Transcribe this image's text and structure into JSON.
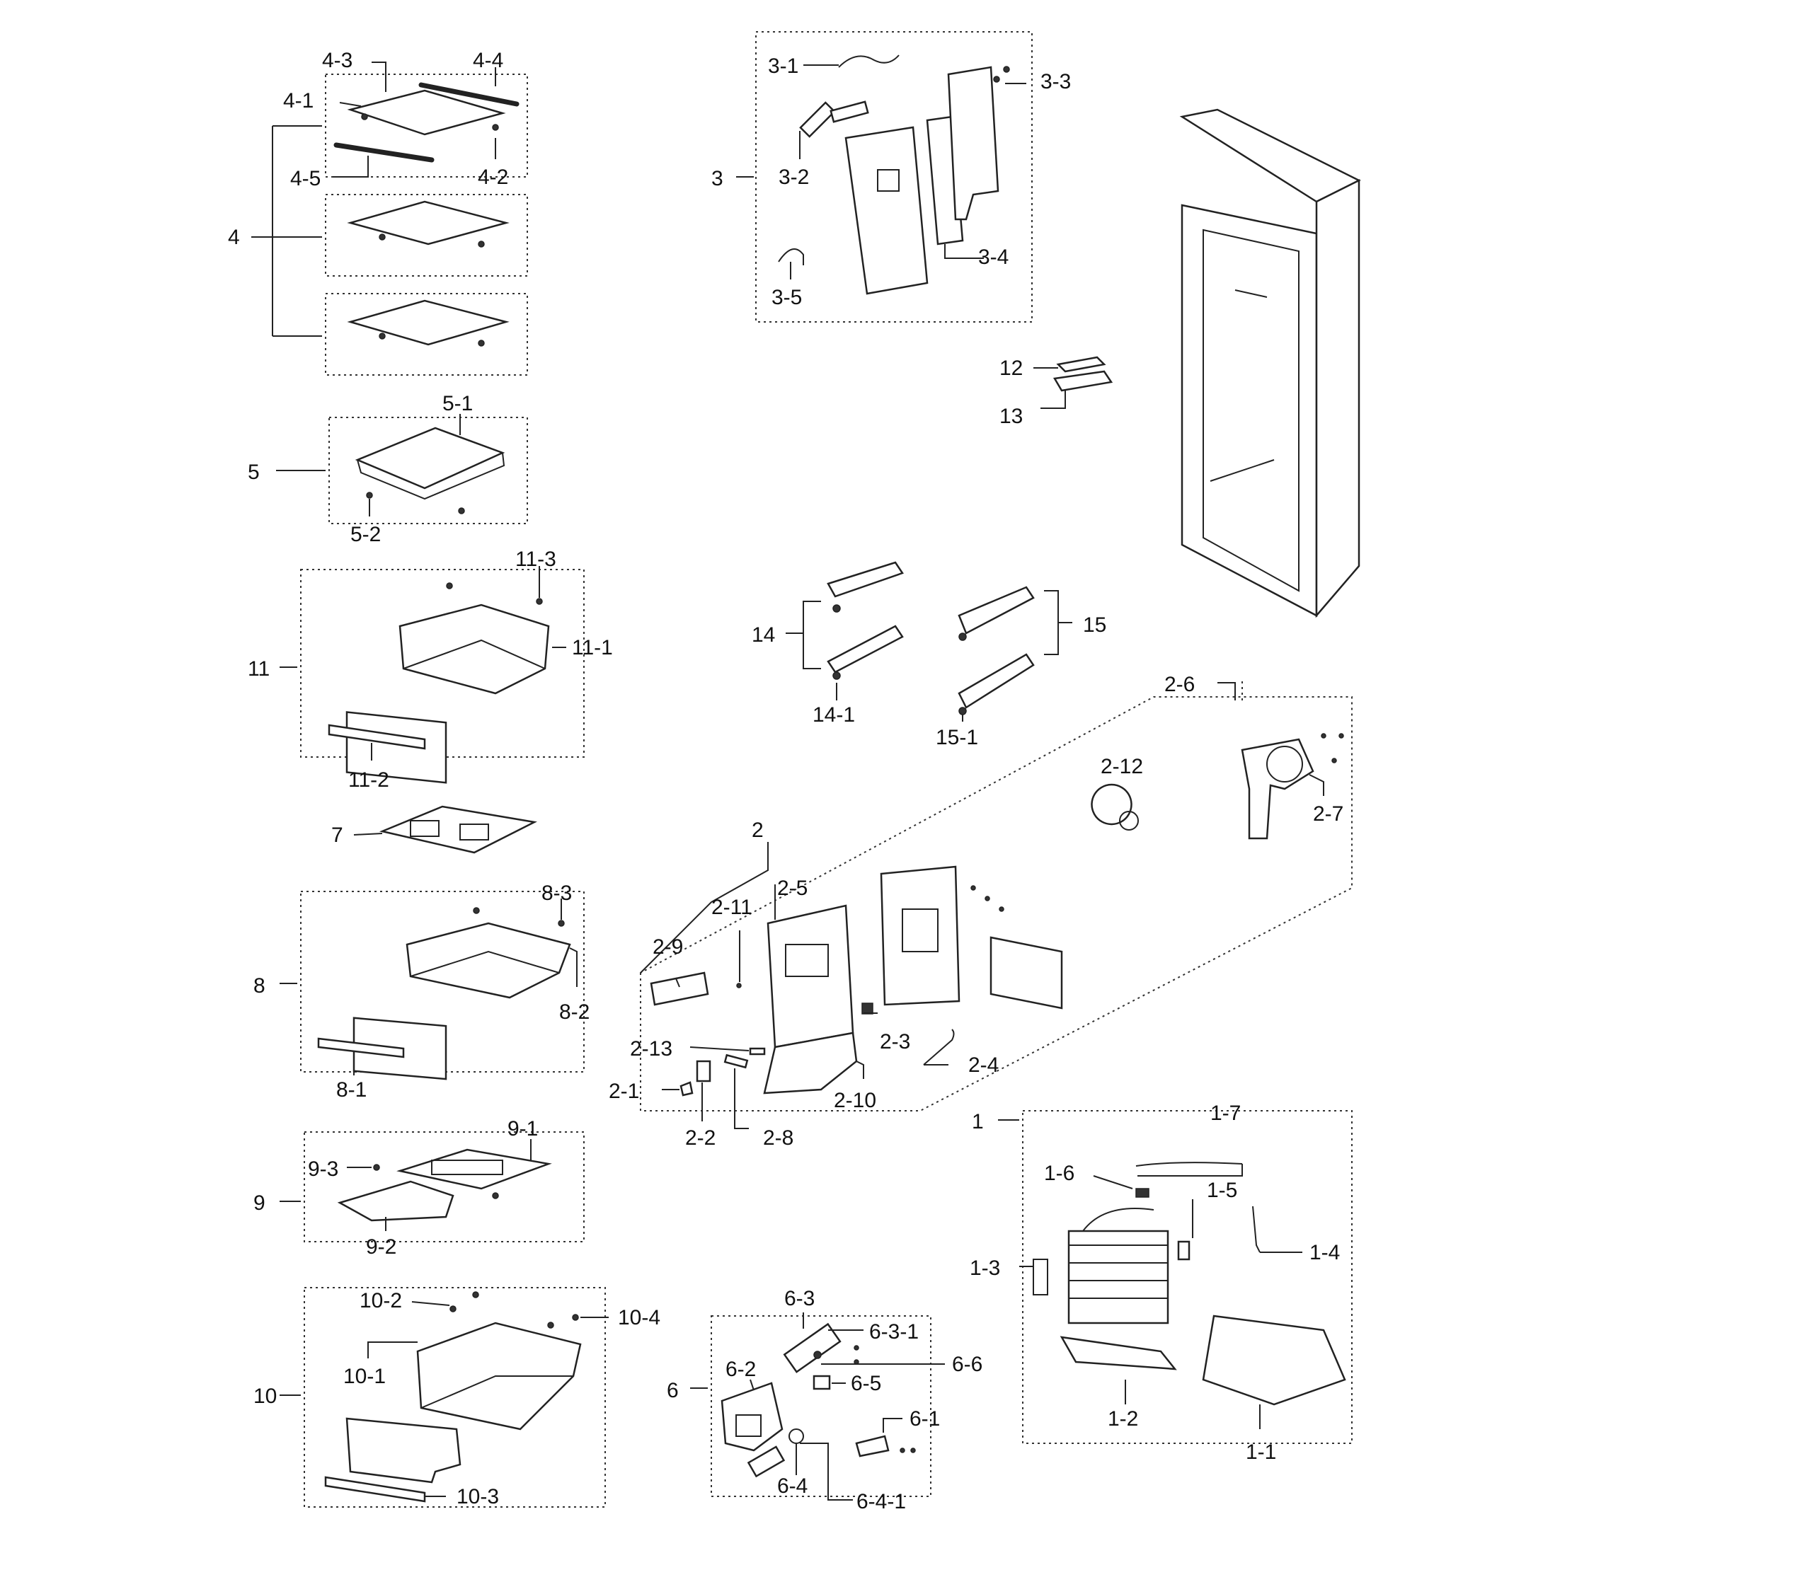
{
  "callouts": {
    "c1": "1",
    "c1_1": "1-1",
    "c1_2": "1-2",
    "c1_3": "1-3",
    "c1_4": "1-4",
    "c1_5": "1-5",
    "c1_6": "1-6",
    "c1_7": "1-7",
    "c2": "2",
    "c2_1": "2-1",
    "c2_2": "2-2",
    "c2_3": "2-3",
    "c2_4": "2-4",
    "c2_5": "2-5",
    "c2_6": "2-6",
    "c2_7": "2-7",
    "c2_8": "2-8",
    "c2_9": "2-9",
    "c2_10": "2-10",
    "c2_11": "2-11",
    "c2_12": "2-12",
    "c2_13": "2-13",
    "c3": "3",
    "c3_1": "3-1",
    "c3_2": "3-2",
    "c3_3": "3-3",
    "c3_4": "3-4",
    "c3_5": "3-5",
    "c4": "4",
    "c4_1": "4-1",
    "c4_2": "4-2",
    "c4_3": "4-3",
    "c4_4": "4-4",
    "c4_5": "4-5",
    "c5": "5",
    "c5_1": "5-1",
    "c5_2": "5-2",
    "c6": "6",
    "c6_1": "6-1",
    "c6_2": "6-2",
    "c6_3": "6-3",
    "c6_3_1": "6-3-1",
    "c6_4": "6-4",
    "c6_4_1": "6-4-1",
    "c6_5": "6-5",
    "c6_6": "6-6",
    "c7": "7",
    "c8": "8",
    "c8_1": "8-1",
    "c8_2": "8-2",
    "c8_3": "8-3",
    "c9": "9",
    "c9_1": "9-1",
    "c9_2": "9-2",
    "c9_3": "9-3",
    "c10": "10",
    "c10_1": "10-1",
    "c10_2": "10-2",
    "c10_3": "10-3",
    "c10_4": "10-4",
    "c11": "11",
    "c11_1": "11-1",
    "c11_2": "11-2",
    "c11_3": "11-3",
    "c12": "12",
    "c13": "13",
    "c14": "14",
    "c14_1": "14-1",
    "c15": "15",
    "c15_1": "15-1"
  }
}
